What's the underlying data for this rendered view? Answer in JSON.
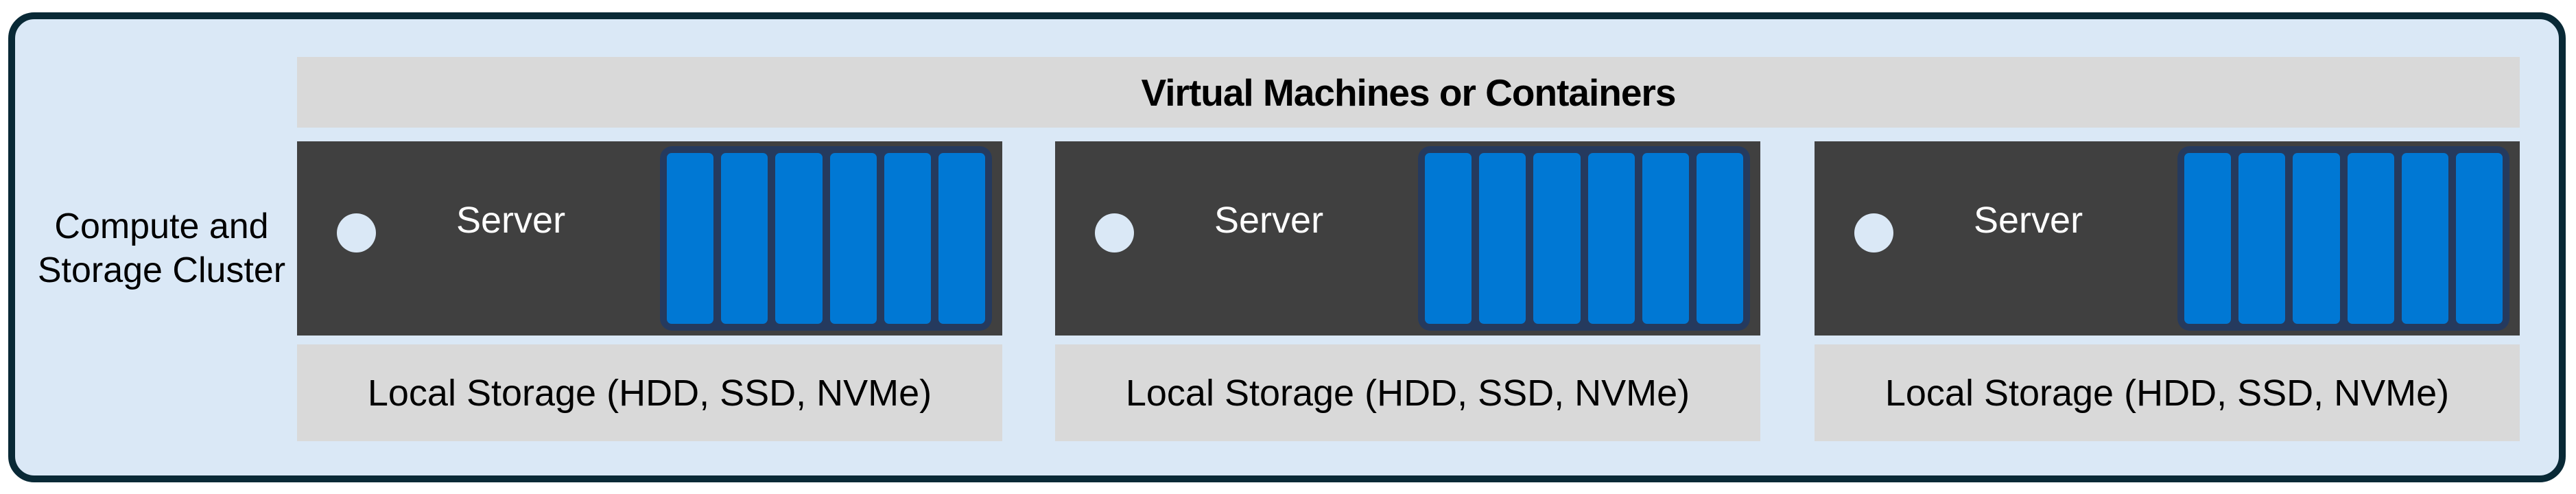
{
  "cluster": {
    "label": "Compute and\nStorage Cluster",
    "vm_header": "Virtual Machines or Containers",
    "servers": [
      {
        "name": "Server",
        "storage_label": "Local Storage (HDD, SSD, NVMe)",
        "disk_count": 6
      },
      {
        "name": "Server",
        "storage_label": "Local Storage (HDD, SSD, NVMe)",
        "disk_count": 6
      },
      {
        "name": "Server",
        "storage_label": "Local Storage (HDD, SSD, NVMe)",
        "disk_count": 6
      }
    ],
    "colors": {
      "outline": "#092936",
      "background": "#dae8f6",
      "bar_gray": "#d9d9d9",
      "server_dark": "#404040",
      "disk_blue": "#0078d4",
      "disk_frame_navy": "#253a5e"
    }
  }
}
